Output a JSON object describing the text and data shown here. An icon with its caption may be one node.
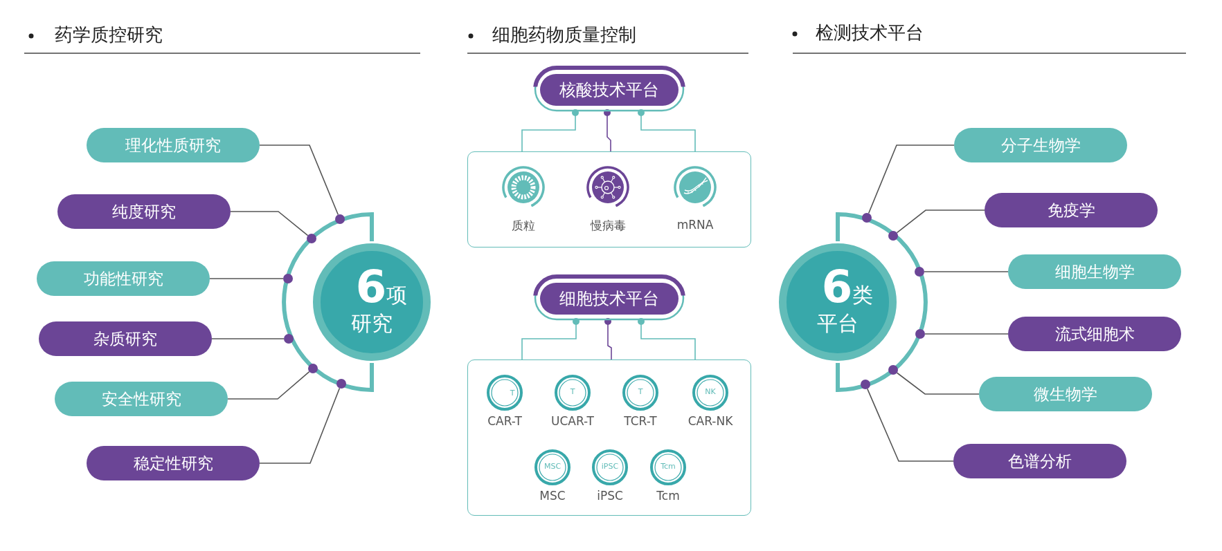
{
  "diagram": {
    "nodes": [
      {
        "text": [
          "理化性质研究"
        ]
      },
      {
        "text": [
          "纯度研究"
        ]
      },
      {
        "text": [
          "功能性研究"
        ]
      },
      {
        "text": [
          "杂质研究"
        ]
      },
      {
        "text": [
          "安全性研究"
        ]
      },
      {
        "text": [
          "稳定性研究"
        ]
      },
      {
        "text": [],
        "shape": "circle"
      },
      {
        "text": [],
        "shape": "circle"
      },
      {
        "text": [],
        "shape": "circle"
      },
      {
        "text": [],
        "shape": "circle"
      },
      {
        "text": [],
        "shape": "circle"
      },
      {
        "text": [],
        "shape": "circle"
      },
      {
        "text": [
          "6项",
          "研究"
        ]
      },
      {
        "text": [
          "核酸技术平台"
        ]
      },
      {
        "text": [],
        "shape": "box"
      },
      {
        "text": [
          "质粒"
        ],
        "in": 14
      },
      {
        "text": [
          "慢病毒"
        ],
        "in": 14
      },
      {
        "text": [
          "mRNA"
        ],
        "in": 14
      },
      {
        "text": [
          "细胞技术平台"
        ]
      },
      {
        "text": [],
        "shape": "box"
      },
      {
        "text": [
          "T",
          "CAR-T"
        ],
        "in": 19
      },
      {
        "text": [
          "T",
          "UCAR-T"
        ],
        "in": 19
      },
      {
        "text": [
          "T",
          "TCR-T"
        ],
        "in": 19
      },
      {
        "text": [
          "NK",
          "CAR-NK"
        ],
        "in": 19
      },
      {
        "text": [
          "MSC",
          "MSC"
        ],
        "in": 19
      },
      {
        "text": [
          "iPSC",
          "iPSC"
        ],
        "in": 19
      },
      {
        "text": [
          "Tcm",
          "Tcm"
        ],
        "in": 19
      },
      {
        "text": [],
        "shape": "circle"
      },
      {
        "text": [],
        "shape": "circle"
      },
      {
        "text": [],
        "shape": "circle"
      },
      {
        "text": [],
        "shape": "circle"
      },
      {
        "text": [],
        "shape": "circle"
      },
      {
        "text": [],
        "shape": "circle"
      },
      {
        "text": [
          "6类",
          "平台"
        ]
      },
      {
        "text": [
          "分子生物学"
        ]
      },
      {
        "text": [
          "免疫学"
        ]
      },
      {
        "text": [
          "细胞生物学"
        ]
      },
      {
        "text": [
          "流式细胞术"
        ]
      },
      {
        "text": [
          "微生物学"
        ]
      },
      {
        "text": [
          "色谱分析"
        ]
      }
    ],
    "edges": [
      {
        "from": 0,
        "to": 6,
        "arrow": "none"
      },
      {
        "from": 1,
        "to": 7,
        "arrow": "none"
      },
      {
        "from": 2,
        "to": 8,
        "arrow": "none"
      },
      {
        "from": 3,
        "to": 9,
        "arrow": "none"
      },
      {
        "from": 4,
        "to": 10,
        "arrow": "none"
      },
      {
        "from": 5,
        "to": 11,
        "arrow": "none"
      },
      {
        "from": 13,
        "to": 14,
        "arrow": "other",
        "color": "#62bcb8"
      },
      {
        "from": 13,
        "to": 14,
        "arrow": "other",
        "color": "#6b4596"
      },
      {
        "from": 13,
        "to": 14,
        "arrow": "other",
        "color": "#62bcb8"
      },
      {
        "from": 18,
        "to": 19,
        "arrow": "other",
        "color": "#62bcb8"
      },
      {
        "from": 18,
        "to": 19,
        "arrow": "other",
        "color": "#6b4596"
      },
      {
        "from": 18,
        "to": 19,
        "arrow": "other",
        "color": "#62bcb8"
      },
      {
        "from": 34,
        "to": 27,
        "arrow": "none"
      },
      {
        "from": 35,
        "to": 28,
        "arrow": "none"
      },
      {
        "from": 36,
        "to": 29,
        "arrow": "none"
      },
      {
        "from": 37,
        "to": 30,
        "arrow": "none"
      },
      {
        "from": 38,
        "to": 31,
        "arrow": "none"
      },
      {
        "from": 39,
        "to": 32,
        "arrow": "none"
      }
    ],
    "labels": [
      "药学质控研究",
      "细胞药物质量控制",
      "检测技术平台"
    ]
  }
}
